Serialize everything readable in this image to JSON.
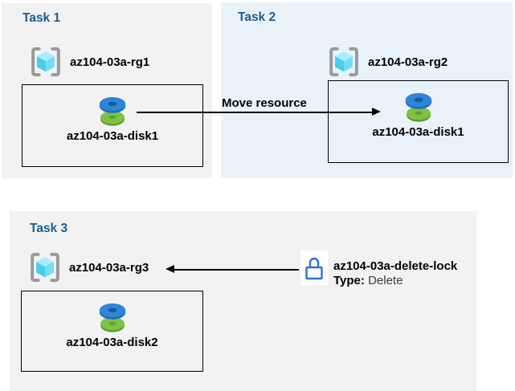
{
  "tasks": [
    {
      "title": "Task 1",
      "resource_group": "az104-03a-rg1",
      "resource": "az104-03a-disk1"
    },
    {
      "title": "Task 2",
      "resource_group": "az104-03a-rg2",
      "resource": "az104-03a-disk1"
    },
    {
      "title": "Task 3",
      "resource_group": "az104-03a-rg3",
      "resource": "az104-03a-disk2"
    }
  ],
  "arrows": {
    "move_label": "Move resource"
  },
  "lock": {
    "name": "az104-03a-delete-lock",
    "type_label": "Type:",
    "type_value": "Delete"
  },
  "icons": {
    "resource_group": "azure-resource-group-cube-in-brackets",
    "disk": "azure-managed-disk-stacked-discs",
    "lock": "padlock"
  },
  "colors": {
    "panel_gray": "#f2f2f2",
    "panel_blue": "#eaf2f9",
    "title_blue": "#1a5c94",
    "arrow_black": "#000000",
    "lock_blue": "#2e71d2",
    "disk_blue": "#2f85d6",
    "disk_green": "#7fc143",
    "bracket_gray": "#9a9a9a"
  }
}
